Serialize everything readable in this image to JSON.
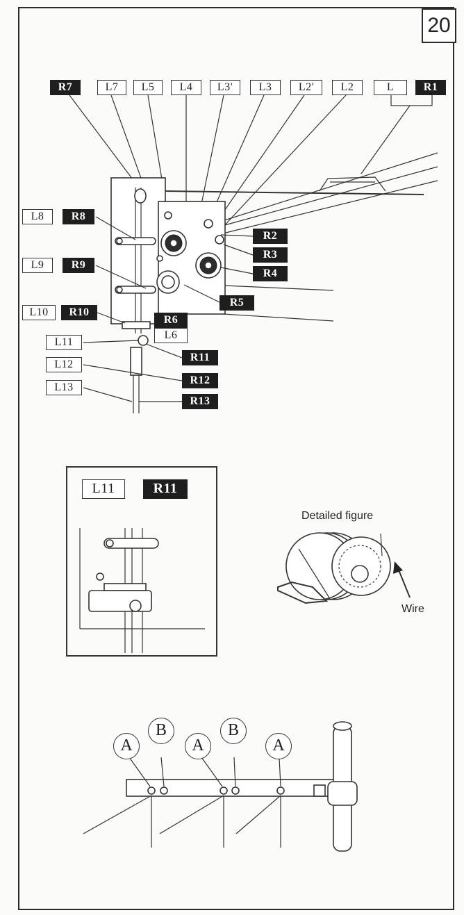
{
  "page_number": "20",
  "top_labels": [
    {
      "id": "R7",
      "text": "R7",
      "style": "b"
    },
    {
      "id": "L7",
      "text": "L7",
      "style": "w"
    },
    {
      "id": "L5",
      "text": "L5",
      "style": "w"
    },
    {
      "id": "L4",
      "text": "L4",
      "style": "w"
    },
    {
      "id": "L3p",
      "text": "L3'",
      "style": "w"
    },
    {
      "id": "L3",
      "text": "L3",
      "style": "w"
    },
    {
      "id": "L2p",
      "text": "L2'",
      "style": "w"
    },
    {
      "id": "L2",
      "text": "L2",
      "style": "w"
    },
    {
      "id": "L",
      "text": "L",
      "style": "w"
    },
    {
      "id": "R1",
      "text": "R1",
      "style": "b"
    }
  ],
  "left_labels": [
    {
      "id": "L8",
      "text": "L8",
      "style": "w"
    },
    {
      "id": "R8",
      "text": "R8",
      "style": "b"
    },
    {
      "id": "L9",
      "text": "L9",
      "style": "w"
    },
    {
      "id": "R9",
      "text": "R9",
      "style": "b"
    },
    {
      "id": "L10",
      "text": "L10",
      "style": "w"
    },
    {
      "id": "R10",
      "text": "R10",
      "style": "b"
    },
    {
      "id": "L11",
      "text": "L11",
      "style": "w"
    },
    {
      "id": "L12",
      "text": "L12",
      "style": "w"
    },
    {
      "id": "L13",
      "text": "L13",
      "style": "w"
    }
  ],
  "right_labels": [
    {
      "id": "R2",
      "text": "R2",
      "style": "b"
    },
    {
      "id": "R3",
      "text": "R3",
      "style": "b"
    },
    {
      "id": "R4",
      "text": "R4",
      "style": "b"
    },
    {
      "id": "R5",
      "text": "R5",
      "style": "b"
    },
    {
      "id": "R6",
      "text": "R6",
      "style": "b"
    },
    {
      "id": "L6",
      "text": "L6",
      "style": "w"
    },
    {
      "id": "R11",
      "text": "R11",
      "style": "b"
    },
    {
      "id": "R12",
      "text": "R12",
      "style": "b"
    },
    {
      "id": "R13",
      "text": "R13",
      "style": "b"
    }
  ],
  "inset": {
    "label_left": "L11",
    "label_right": "R11"
  },
  "detail": {
    "title": "Detailed figure",
    "wire_label": "Wire"
  },
  "bar_markers": [
    "A",
    "B",
    "A",
    "B",
    "A"
  ]
}
